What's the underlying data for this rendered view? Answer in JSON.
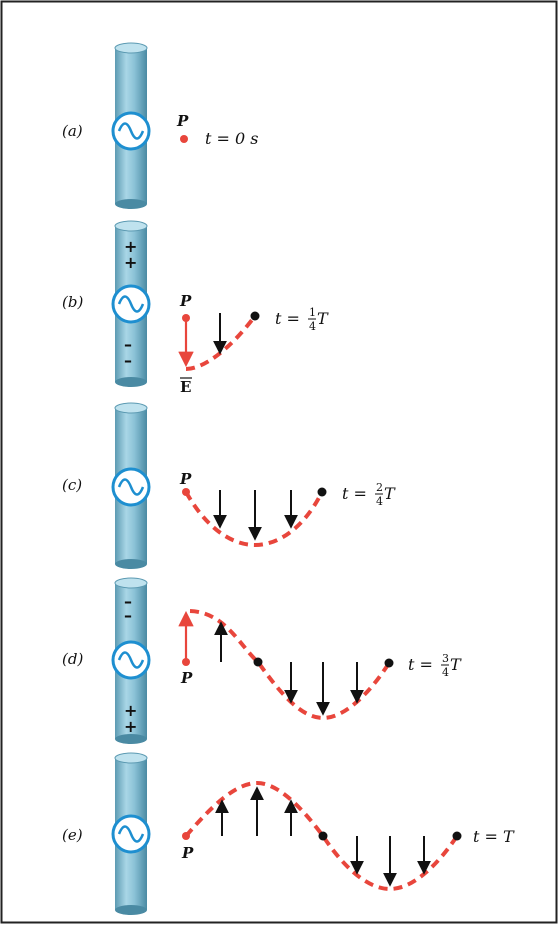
{
  "colors": {
    "rod_fill": "#8fc6da",
    "rod_dark": "#4f8da6",
    "rod_light": "#d6edf5",
    "generator_ring": "#1e8fd0",
    "wave": "#e8463c",
    "field_arrow_red": "#e8463c",
    "field_arrow_black": "#111111",
    "dot_black": "#111111",
    "border": "#222222"
  },
  "icons": {
    "generator": "ac-source-icon",
    "field_arrow": "arrow-icon"
  },
  "panels": [
    {
      "id": "a",
      "label": "(a)",
      "point_label": "P",
      "time_label": "t = 0 s",
      "charges_top": "",
      "charges_bottom": ""
    },
    {
      "id": "b",
      "label": "(b)",
      "point_label": "P",
      "time_label_prefix": "t = ",
      "frac_num": "1",
      "frac_den": "4",
      "time_label_suffix": "T",
      "charges_top": "+\n+",
      "charges_bottom": "–\n–",
      "field_label": "E"
    },
    {
      "id": "c",
      "label": "(c)",
      "point_label": "P",
      "time_label_prefix": "t = ",
      "frac_num": "2",
      "frac_den": "4",
      "time_label_suffix": "T",
      "charges_top": "",
      "charges_bottom": ""
    },
    {
      "id": "d",
      "label": "(d)",
      "point_label": "P",
      "time_label_prefix": "t = ",
      "frac_num": "3",
      "frac_den": "4",
      "time_label_suffix": "T",
      "charges_top": "–\n–",
      "charges_bottom": "+\n+"
    },
    {
      "id": "e",
      "label": "(e)",
      "point_label": "P",
      "time_label": "t = T",
      "charges_top": "",
      "charges_bottom": ""
    }
  ]
}
